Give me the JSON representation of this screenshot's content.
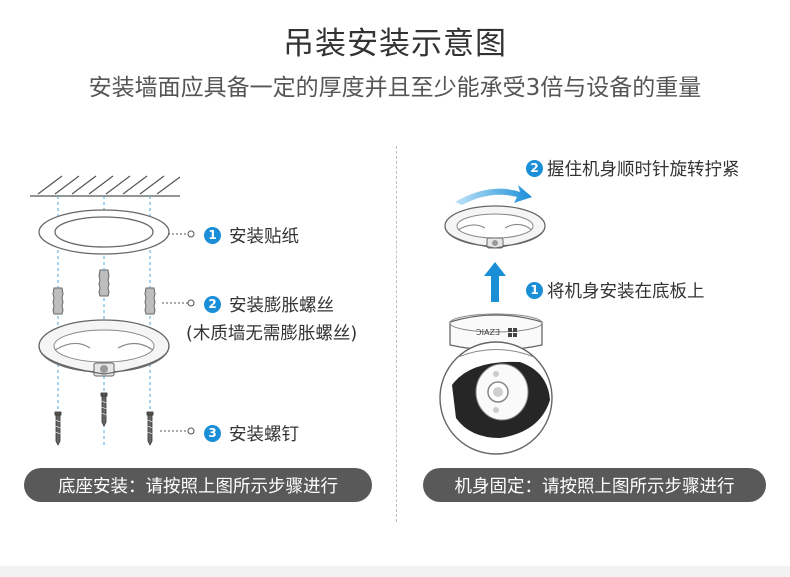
{
  "header": {
    "title": "吊装安装示意图",
    "subtitle": "安装墙面应具备一定的厚度并且至少能承受3倍与设备的重量"
  },
  "left_panel": {
    "steps": [
      {
        "num": "1",
        "label": "安装贴纸"
      },
      {
        "num": "2",
        "label": "安装膨胀螺丝",
        "note": "(木质墙无需膨胀螺丝)"
      },
      {
        "num": "3",
        "label": "安装螺钉"
      }
    ],
    "caption": "底座安装：请按照上图所示步骤进行"
  },
  "right_panel": {
    "steps": [
      {
        "num": "2",
        "label": "握住机身顺时针旋转拧紧"
      },
      {
        "num": "1",
        "label": "将机身安装在底板上"
      }
    ],
    "camera_logo": "ƆIAZƎ",
    "caption": "机身固定：请按照上图所示步骤进行"
  },
  "colors": {
    "accent_blue": "#1a8fd8",
    "caption_bg": "#595959",
    "line_gray": "#555555"
  }
}
